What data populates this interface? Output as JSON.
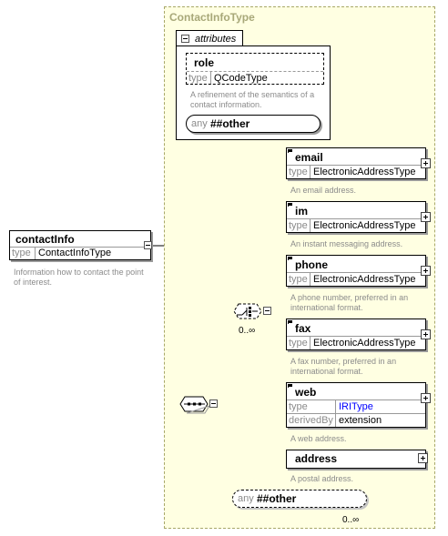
{
  "root": {
    "name": "contactInfo",
    "type_key": "type",
    "type_value": "ContactInfoType",
    "description_lines": [
      "Information how to contact the point",
      "of interest."
    ]
  },
  "complex_type": {
    "title": "ContactInfoType"
  },
  "attributes": {
    "tab_label": "attributes",
    "role": {
      "name": "role",
      "type_key": "type",
      "type_value": "QCodeType",
      "description_lines": [
        "A refinement of the semantics of a",
        "contact information."
      ]
    },
    "any_attribute": {
      "prefix": "any",
      "label": "##other"
    }
  },
  "choice": {
    "occurrence": "0..∞"
  },
  "elements": {
    "email": {
      "name": "email",
      "type_key": "type",
      "type_value": "ElectronicAddressType",
      "description_lines": [
        "An email address."
      ]
    },
    "im": {
      "name": "im",
      "type_key": "type",
      "type_value": "ElectronicAddressType",
      "description_lines": [
        "An instant messaging address."
      ]
    },
    "phone": {
      "name": "phone",
      "type_key": "type",
      "type_value": "ElectronicAddressType",
      "description_lines": [
        "A phone number, preferred in an",
        "international format."
      ]
    },
    "fax": {
      "name": "fax",
      "type_key": "type",
      "type_value": "ElectronicAddressType",
      "description_lines": [
        "A fax number, preferred in an",
        "international format."
      ]
    },
    "web": {
      "name": "web",
      "type_key": "type",
      "type_value": "IRIType",
      "derived_key": "derivedBy",
      "derived_value": "extension",
      "description_lines": [
        "A web address."
      ]
    },
    "address": {
      "name": "address",
      "description_lines": [
        "A postal address."
      ]
    }
  },
  "any_element": {
    "prefix": "any",
    "label": "##other",
    "occurrence": "0..∞"
  },
  "colors": {
    "type_background": "#ffffe2",
    "type_border": "#a8a869",
    "link_text": "#0000ff",
    "muted_text": "#8b8b8b"
  }
}
